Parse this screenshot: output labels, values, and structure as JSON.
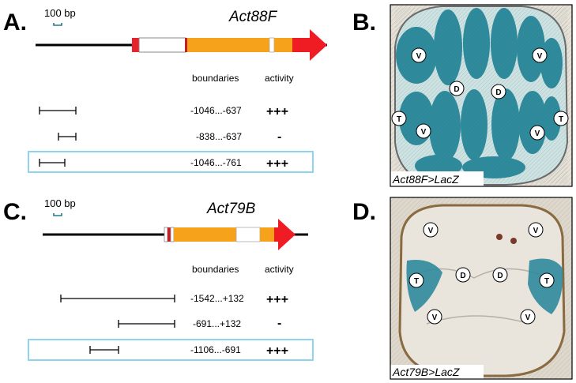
{
  "panels": {
    "A": {
      "letter": "A.",
      "gene": "Act88F",
      "scale_label": "100 bp",
      "header_boundaries": "boundaries",
      "header_activity": "activity",
      "rows": [
        {
          "boundaries": "-1046...-637",
          "activity": "+++",
          "highlighted": false
        },
        {
          "boundaries": "-838...-637",
          "activity": "-",
          "highlighted": false
        },
        {
          "boundaries": "-1046...-761",
          "activity": "+++",
          "highlighted": true
        }
      ]
    },
    "B": {
      "letter": "B.",
      "caption": "Act88F>LacZ",
      "markers": [
        "V",
        "V",
        "D",
        "D",
        "T",
        "T",
        "V",
        "V"
      ]
    },
    "C": {
      "letter": "C.",
      "gene": "Act79B",
      "scale_label": "100 bp",
      "header_boundaries": "boundaries",
      "header_activity": "activity",
      "rows": [
        {
          "boundaries": "-1542...+132",
          "activity": "+++",
          "highlighted": false
        },
        {
          "boundaries": "-691...+132",
          "activity": "-",
          "highlighted": false
        },
        {
          "boundaries": "-1106...-691",
          "activity": "+++",
          "highlighted": true
        }
      ]
    },
    "D": {
      "letter": "D.",
      "caption": "Act79B>LacZ",
      "markers": [
        "V",
        "V",
        "T",
        "D",
        "D",
        "T",
        "V",
        "V"
      ]
    }
  },
  "colors": {
    "exon_orange": "#f7a21b",
    "utr_red": "#e8212a",
    "arrow_red": "#ef1c23",
    "highlight_box": "#8ed4ee",
    "stain_blue": "#2f8a9c"
  }
}
